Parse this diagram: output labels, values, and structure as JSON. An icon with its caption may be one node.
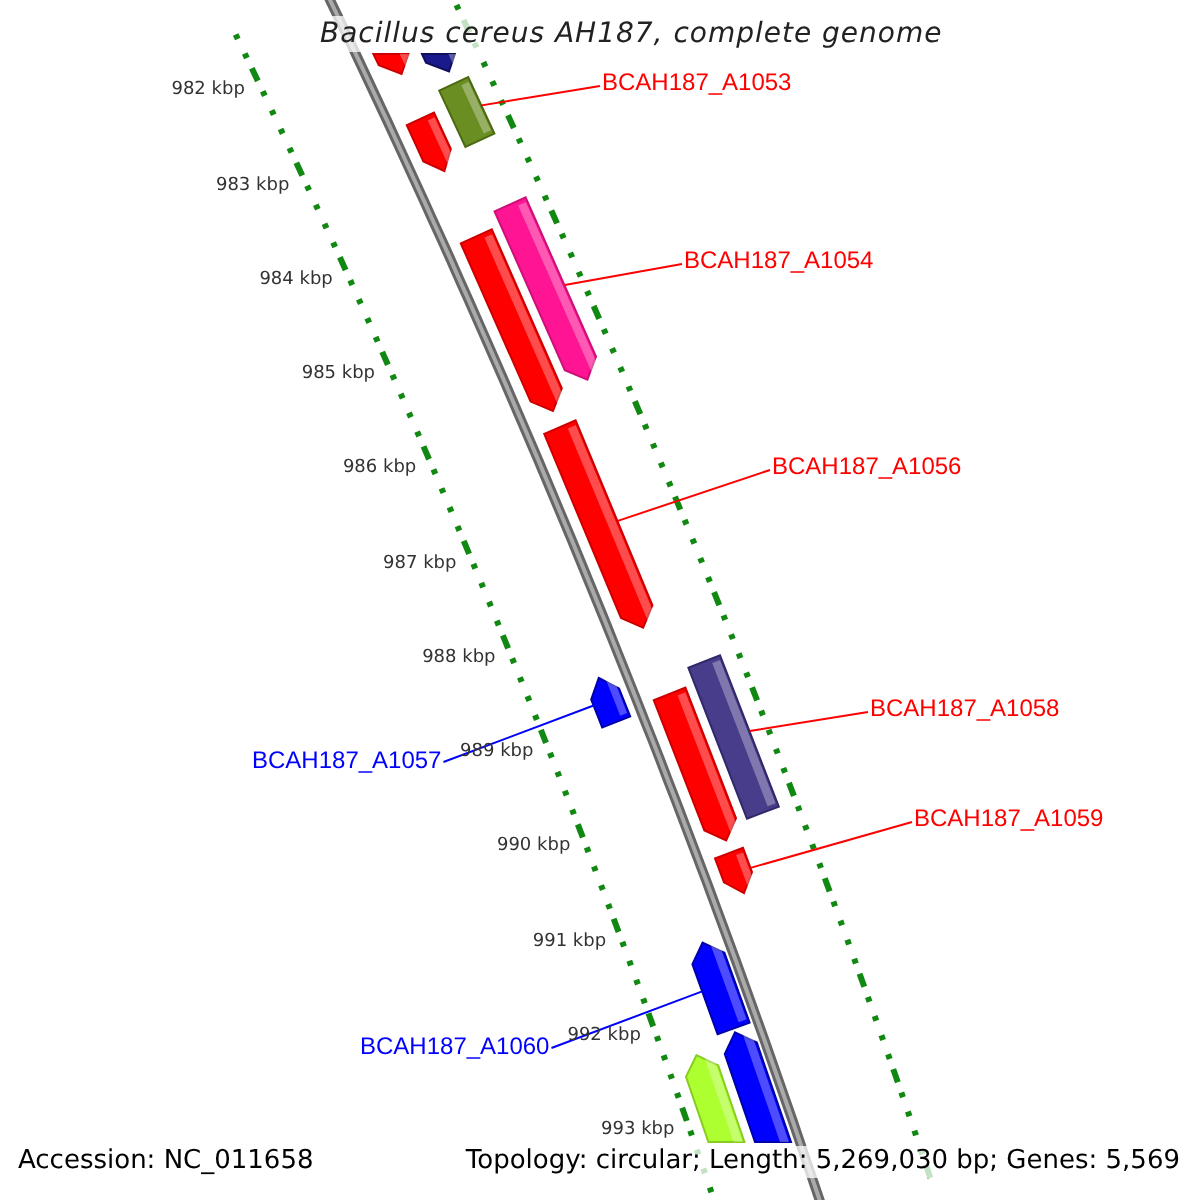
{
  "diagram": {
    "title": "Bacillus cereus AH187, complete genome",
    "nodes": [
      {
        "text": [
          "BCAH187_A1053"
        ]
      },
      {
        "text": [],
        "shape": "box"
      },
      {
        "text": [
          "BCAH187_A1054"
        ]
      },
      {
        "text": [],
        "shape": "pentagon"
      },
      {
        "text": [
          "BCAH187_A1056"
        ]
      },
      {
        "text": [],
        "shape": "pentagon"
      },
      {
        "text": [
          "BCAH187_A1057"
        ]
      },
      {
        "text": [],
        "shape": "pentagon"
      },
      {
        "text": [
          "BCAH187_A1058"
        ]
      },
      {
        "text": [],
        "shape": "box"
      },
      {
        "text": [
          "BCAH187_A1059"
        ]
      },
      {
        "text": [],
        "shape": "pentagon"
      },
      {
        "text": [
          "BCAH187_A1060"
        ]
      },
      {
        "text": [],
        "shape": "pentagon"
      },
      {
        "text": [],
        "shape": "pentagon"
      },
      {
        "text": [],
        "shape": "pentagon"
      },
      {
        "text": [],
        "shape": "pentagon"
      },
      {
        "text": [],
        "shape": "pentagon"
      },
      {
        "text": [],
        "shape": "pentagon"
      },
      {
        "text": [],
        "shape": "pentagon"
      },
      {
        "text": [],
        "shape": "pentagon"
      }
    ],
    "edges": [
      {
        "from": 0,
        "to": 1,
        "arrow": "none"
      },
      {
        "from": 2,
        "to": 3,
        "arrow": "none"
      },
      {
        "from": 4,
        "to": 5,
        "arrow": "none"
      },
      {
        "from": 6,
        "to": 7,
        "arrow": "none",
        "color": "#0000ff"
      },
      {
        "from": 8,
        "to": 9,
        "arrow": "none"
      },
      {
        "from": 10,
        "to": 11,
        "arrow": "none"
      },
      {
        "from": 12,
        "to": 13,
        "arrow": "none",
        "color": "#0000ff"
      }
    ],
    "labels": [
      "982 kbp",
      "983 kbp",
      "984 kbp",
      "985 kbp",
      "986 kbp",
      "987 kbp",
      "988 kbp",
      "989 kbp",
      "990 kbp",
      "991 kbp",
      "992 kbp",
      "993 kbp",
      "Accession: NC_011658",
      "Topology: circular; Length: 5,269,030 bp; Genes: 5,569"
    ]
  }
}
